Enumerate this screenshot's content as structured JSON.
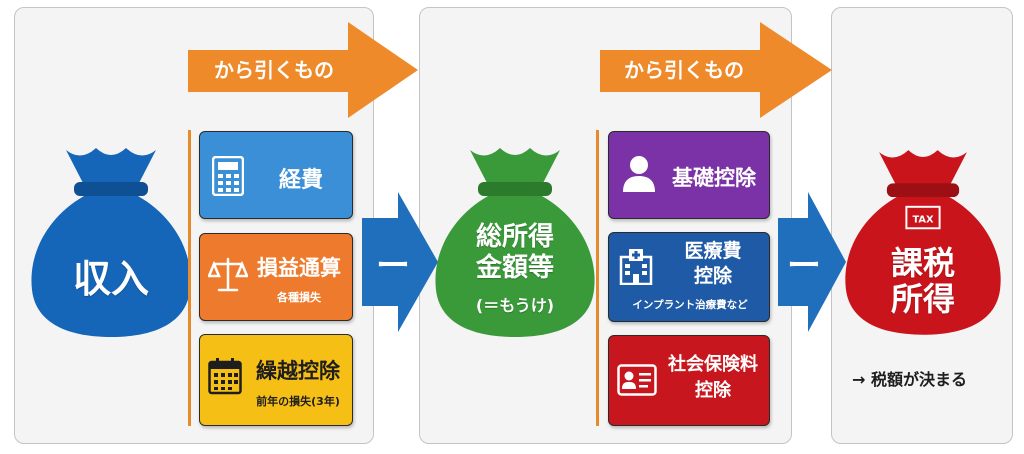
{
  "arrows": {
    "deduct_label_1": "から引くもの",
    "deduct_label_2": "から引くもの",
    "minus_1": "ー",
    "minus_2": "ー"
  },
  "income_bag": {
    "label": "収入"
  },
  "expense_cards": [
    {
      "title": "経費",
      "icon": "calculator-icon"
    },
    {
      "title": "損益通算",
      "subtitle": "各種損失",
      "icon": "scale-icon"
    },
    {
      "title": "繰越控除",
      "subtitle": "前年の損失(3年)",
      "icon": "calendar-icon"
    }
  ],
  "middle_bag": {
    "line1": "総所得",
    "line2": "金額等",
    "line3": "(＝もうけ)"
  },
  "deduction_cards": [
    {
      "title": "基礎控除",
      "icon": "person-icon"
    },
    {
      "title_line1": "医療費",
      "title_line2": "控除",
      "subtitle": "インプラント治療費など",
      "icon": "hospital-icon"
    },
    {
      "title_line1": "社会保険料",
      "title_line2": "控除",
      "icon": "id-card-icon"
    }
  ],
  "taxable_bag": {
    "line1": "課税",
    "line2": "所得",
    "tag": "TAX"
  },
  "result_note": "→ 税額が決まる",
  "colors": {
    "orange_arrow": "#ee8a2a",
    "blue_arrow": "#1f6fbd",
    "income_bag": "#1565b8",
    "middle_bag": "#3a9a3a",
    "taxable_bag": "#c9141b"
  }
}
